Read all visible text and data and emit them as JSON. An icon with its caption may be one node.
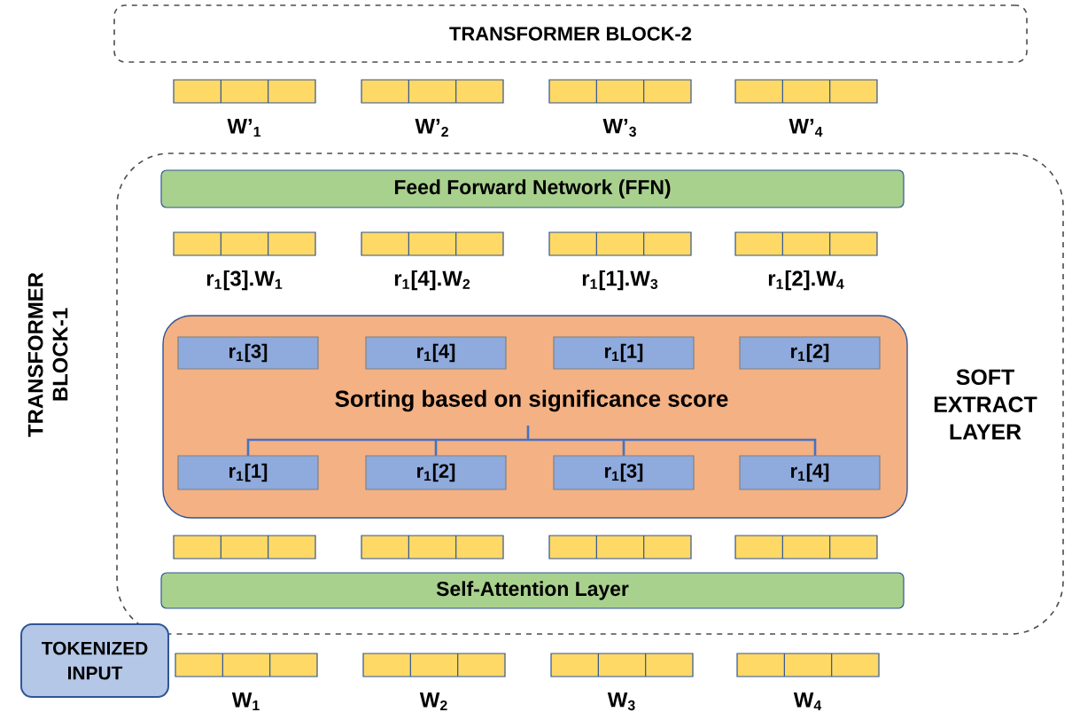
{
  "diagram": {
    "nodes": [
      {
        "text": [
          "TRANSFORMER BLOCK-2"
        ]
      },
      {
        "text": [
          "W’$_{1}$"
        ]
      },
      {
        "text": [
          "W’$_{2}$"
        ]
      },
      {
        "text": [
          "W’$_{3}$"
        ]
      },
      {
        "text": [
          "W’$_{4}$"
        ]
      },
      {
        "text": [
          "TRANSFORMER BLOCK-1"
        ]
      },
      {
        "text": [
          "Feed Forward Network (FFN)"
        ],
        "in": 5
      },
      {
        "text": [
          "r$_{1}$[3].W$_{1}$"
        ],
        "in": 5
      },
      {
        "text": [
          "r$_{1}$[4].W$_{2}$"
        ],
        "in": 5
      },
      {
        "text": [
          "r$_{1}$[1].W$_{3}$"
        ],
        "in": 5
      },
      {
        "text": [
          "r$_{1}$[2].W$_{4}$"
        ],
        "in": 5
      },
      {
        "text": [
          "Sorting based on significance score"
        ],
        "beside": [
          "SOFT EXTRACT LAYER"
        ],
        "in": 5
      },
      {
        "text": [
          "r$_{1}$[3]"
        ],
        "in": 11
      },
      {
        "text": [
          "r$_{1}$[4]"
        ],
        "in": 11
      },
      {
        "text": [
          "r$_{1}$[1]"
        ],
        "in": 11
      },
      {
        "text": [
          "r$_{1}$[2]"
        ],
        "in": 11
      },
      {
        "text": [
          "r$_{1}$[1]"
        ],
        "in": 11
      },
      {
        "text": [
          "r$_{1}$[2]"
        ],
        "in": 11
      },
      {
        "text": [
          "r$_{1}$[3]"
        ],
        "in": 11
      },
      {
        "text": [
          "r$_{1}$[4]"
        ],
        "in": 11
      },
      {
        "text": [],
        "shape": "bar",
        "in": 5
      },
      {
        "text": [],
        "shape": "bar",
        "in": 5
      },
      {
        "text": [],
        "shape": "bar",
        "in": 5
      },
      {
        "text": [],
        "shape": "bar",
        "in": 5
      },
      {
        "text": [
          "Self-Attention Layer"
        ],
        "in": 5
      },
      {
        "text": [
          "TOKENIZED INPUT"
        ]
      },
      {
        "text": [
          "W$_{1}$"
        ]
      },
      {
        "text": [
          "W$_{2}$"
        ]
      },
      {
        "text": [
          "W$_{3}$"
        ]
      },
      {
        "text": [
          "W$_{4}$"
        ]
      }
    ]
  }
}
